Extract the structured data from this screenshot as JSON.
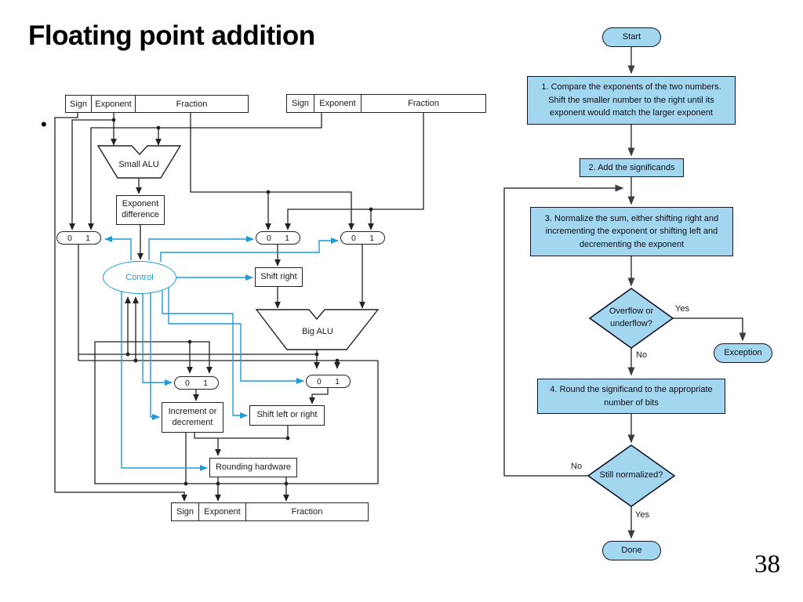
{
  "slide": {
    "title": "Floating point addition",
    "bullet": "•",
    "page_number": "38"
  },
  "hardware": {
    "register_fields": [
      "Sign",
      "Exponent",
      "Fraction"
    ],
    "small_alu": "Small ALU",
    "exponent_difference": "Exponent difference",
    "mux": [
      "0",
      "1"
    ],
    "control": "Control",
    "shift_right": "Shift right",
    "big_alu": "Big ALU",
    "increment_decrement": "Increment or decrement",
    "shift_left_right": "Shift left or right",
    "rounding_hardware": "Rounding hardware"
  },
  "flowchart": {
    "start": "Start",
    "step1": "1. Compare the exponents of the two numbers. Shift the smaller number to the right until its exponent would match the larger exponent",
    "step2": "2. Add the significands",
    "step3": "3. Normalize the sum, either shifting right and incrementing the exponent or shifting left and decrementing the exponent",
    "decision1": "Overflow or underflow?",
    "yes1": "Yes",
    "no1": "No",
    "exception": "Exception",
    "step4": "4. Round the significand to the appropriate number of bits",
    "decision2": "Still normalized?",
    "no2": "No",
    "yes2": "Yes",
    "done": "Done"
  },
  "colors": {
    "flow_fill": "#a3d7f0",
    "flow_border": "#14142a",
    "control_blue": "#1e9cd7",
    "line_black": "#222222"
  }
}
